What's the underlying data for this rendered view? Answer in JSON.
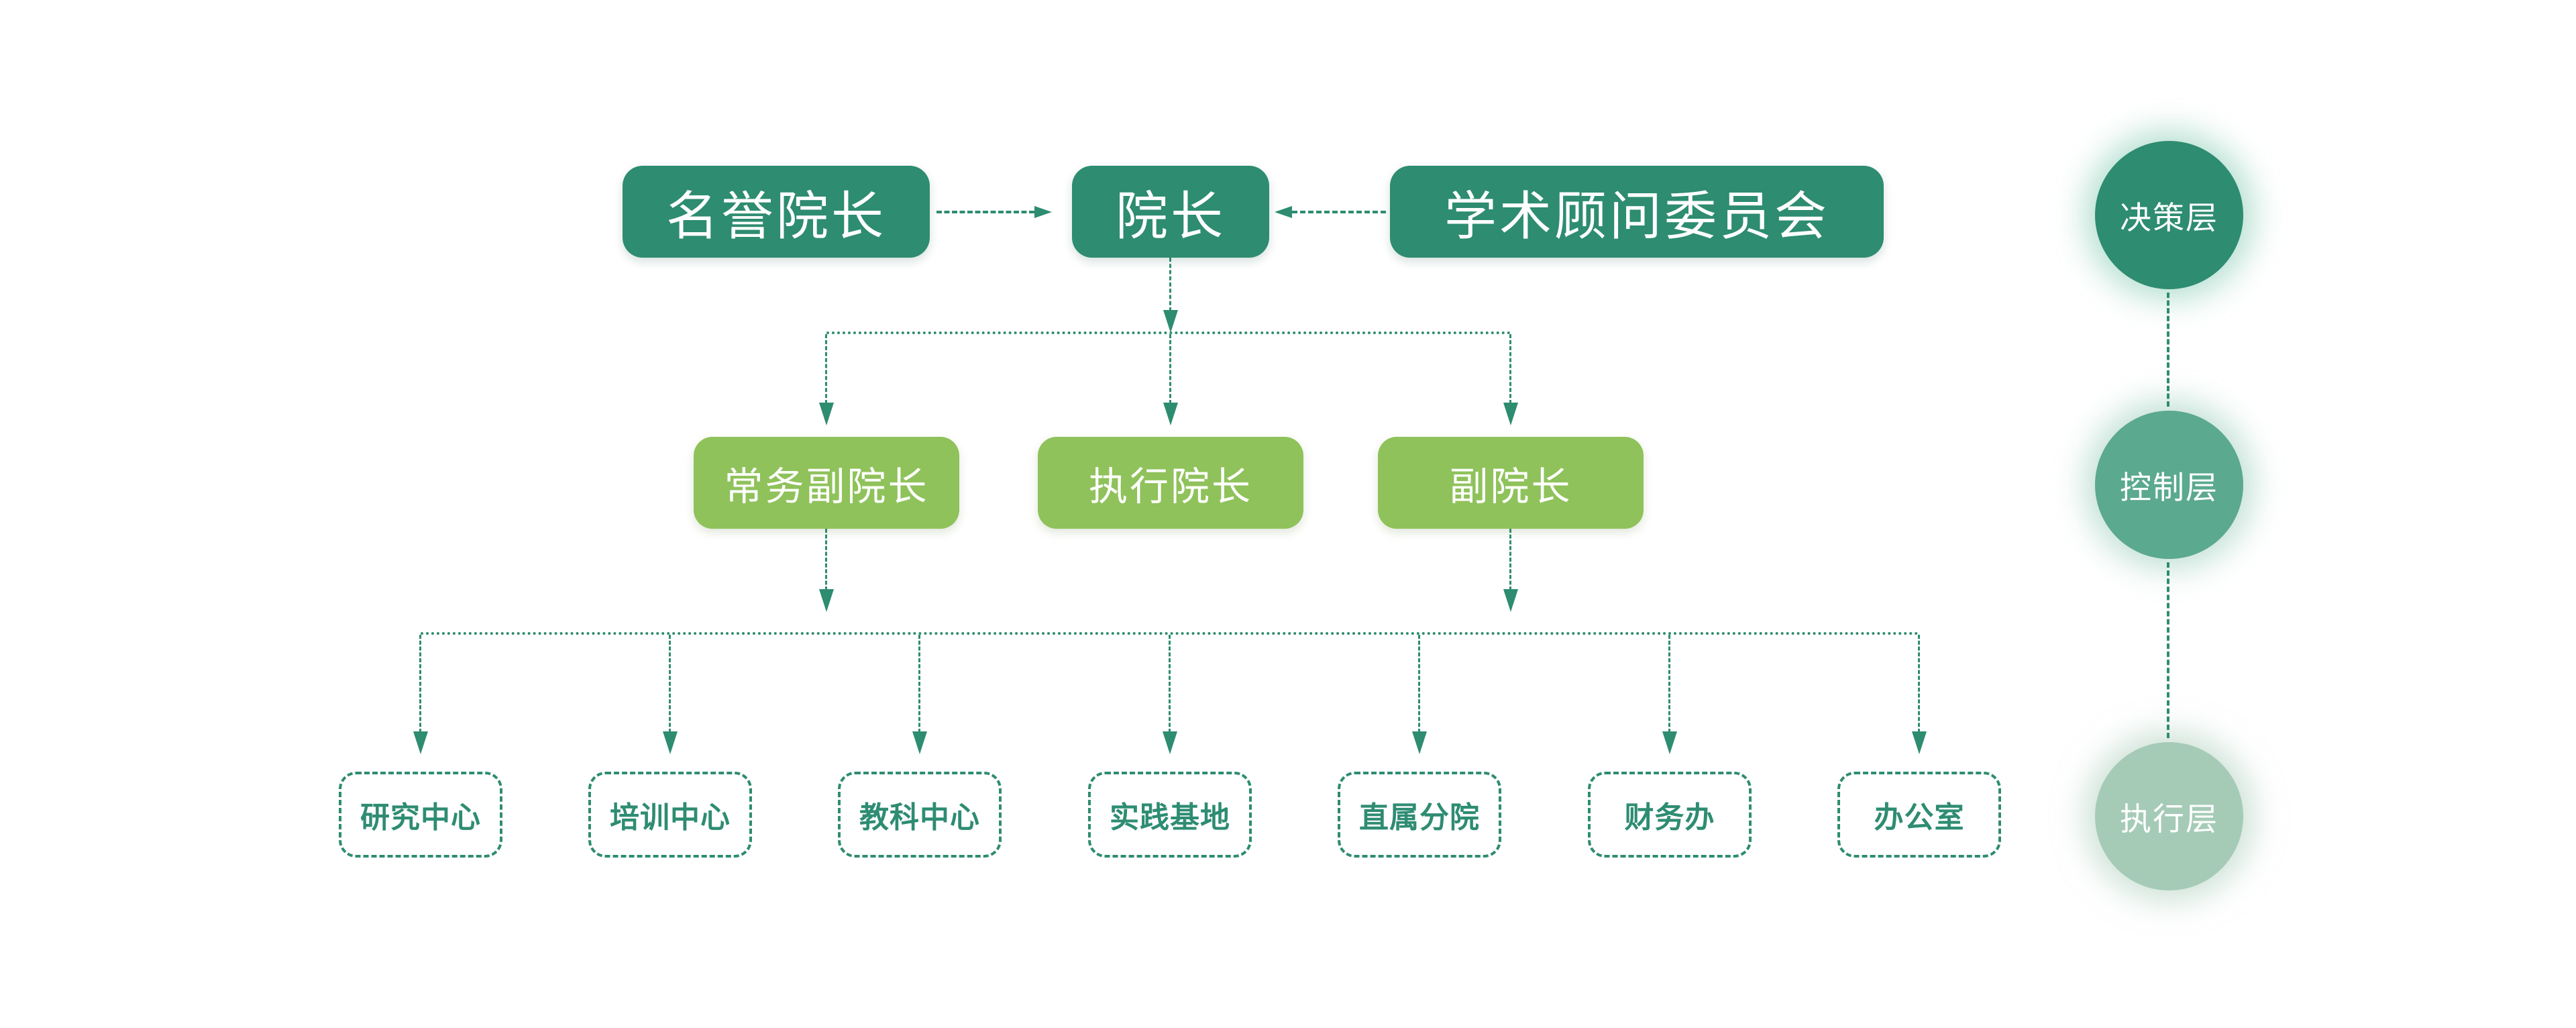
{
  "org": {
    "top": [
      {
        "label": "名誉院长"
      },
      {
        "label": "院长"
      },
      {
        "label": "学术顾问委员会"
      }
    ],
    "middle": [
      {
        "label": "常务副院长"
      },
      {
        "label": "执行院长"
      },
      {
        "label": "副院长"
      }
    ],
    "bottom": [
      {
        "label": "研究中心"
      },
      {
        "label": "培训中心"
      },
      {
        "label": "教科中心"
      },
      {
        "label": "实践基地"
      },
      {
        "label": "直属分院"
      },
      {
        "label": "财务办"
      },
      {
        "label": "办公室"
      }
    ],
    "layers": [
      {
        "label": "决策层",
        "color": "#2E8C70"
      },
      {
        "label": "控制层",
        "color": "#5BA98E"
      },
      {
        "label": "执行层",
        "color": "#A5CBB7"
      }
    ]
  },
  "colors": {
    "background": "#FFFFFF",
    "top_box_fill": "#2E8C70",
    "middle_box_fill": "#8FC25B",
    "bottom_box_border": "#2E8C72",
    "bottom_box_text": "#2E8C72",
    "connector": "#2E8C70",
    "box_text": "#FFFFFF"
  }
}
